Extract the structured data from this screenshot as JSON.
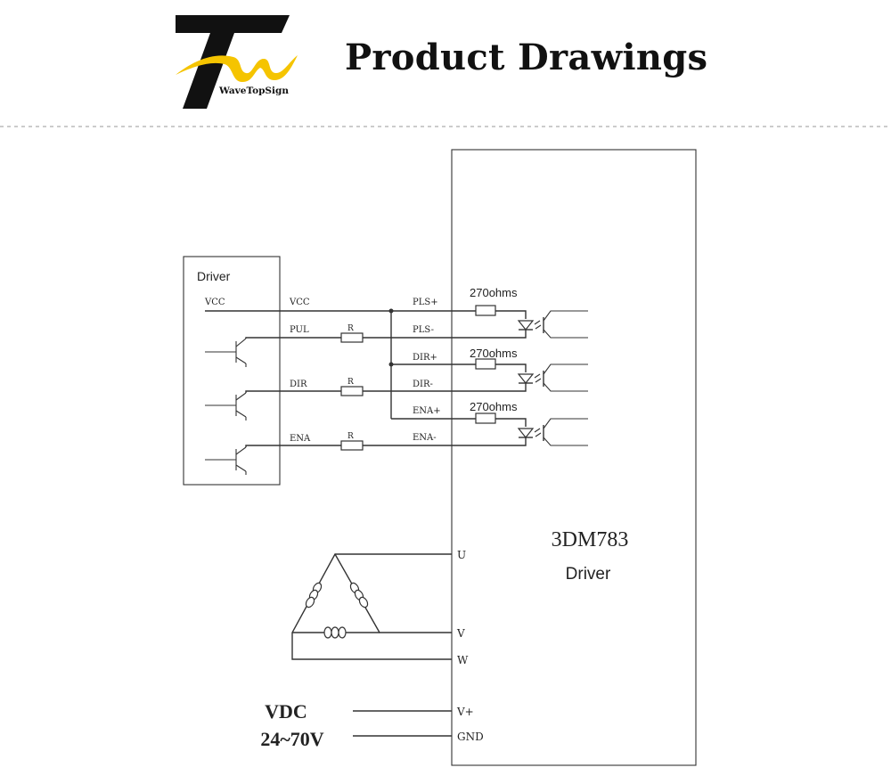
{
  "header": {
    "title": "Product Drawings",
    "brand": "WaveTopSign"
  },
  "diagram": {
    "controller_title": "Driver",
    "controller_vcc": "VCC",
    "signals": [
      "VCC",
      "PUL",
      "DIR",
      "ENA"
    ],
    "resistor_label": "R",
    "driver_inputs": [
      "PLS+",
      "PLS-",
      "DIR+",
      "DIR-",
      "ENA+",
      "ENA-"
    ],
    "resistor_value": "270ohms",
    "driver_model": "3DM783",
    "driver_label": "Driver",
    "motor_terminals": [
      "U",
      "V",
      "W"
    ],
    "power_terminals": [
      "V+",
      "GND"
    ],
    "power_label_1": "VDC",
    "power_label_2": "24~70V"
  }
}
